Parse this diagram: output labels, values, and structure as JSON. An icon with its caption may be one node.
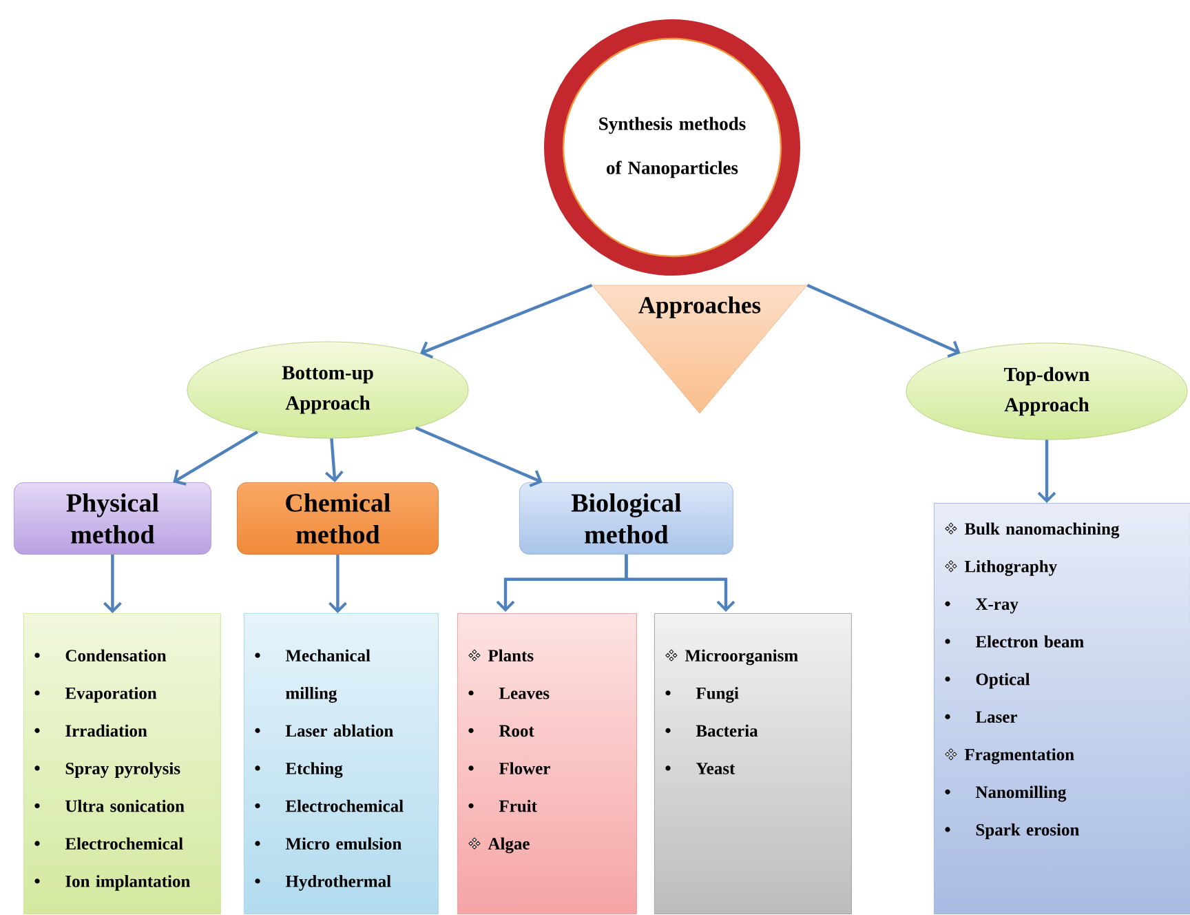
{
  "diagram": {
    "nodes": [
      {
        "text": [
          "Synthesis methods of Nanoparticles"
        ]
      },
      {
        "text": [
          "Approaches"
        ]
      },
      {
        "text": [
          "Bottom-up Approach"
        ]
      },
      {
        "text": [
          "Top-down Approach"
        ]
      },
      {
        "text": [
          "Physical method"
        ]
      },
      {
        "text": [
          "Chemical method"
        ]
      },
      {
        "text": [
          "Biological method"
        ]
      },
      {
        "text": [
          "Condensation",
          "Evaporation",
          "Irradiation",
          "Spray pyrolysis",
          "Ultra sonication",
          "Electrochemical",
          "Ion implantation"
        ]
      },
      {
        "text": [
          "Mechanical milling",
          "Laser ablation",
          "Etching",
          "Electrochemical",
          "Micro emulsion",
          "Hydrothermal"
        ]
      },
      {
        "text": [
          "Plants",
          "Leaves",
          "Root",
          "Flower",
          "Fruit",
          "Algae"
        ]
      },
      {
        "text": [
          "Microorganism",
          "Fungi",
          "Bacteria",
          "Yeast"
        ]
      },
      {
        "text": [
          "Bulk nanomachining",
          "Lithography",
          "X-ray",
          "Electron beam",
          "Optical",
          "Laser",
          "Fragmentation",
          "Nanomilling",
          "Spark erosion"
        ]
      }
    ],
    "edges": [
      {
        "from": 1,
        "to": 2,
        "arrow": "to"
      },
      {
        "from": 1,
        "to": 3,
        "arrow": "to"
      },
      {
        "from": 2,
        "to": 4,
        "arrow": "to"
      },
      {
        "from": 2,
        "to": 5,
        "arrow": "to"
      },
      {
        "from": 2,
        "to": 6,
        "arrow": "to"
      },
      {
        "from": 4,
        "to": 7,
        "arrow": "to"
      },
      {
        "from": 5,
        "to": 8,
        "arrow": "to"
      },
      {
        "from": 6,
        "to": 9,
        "arrow": "to"
      },
      {
        "from": 6,
        "to": 10,
        "arrow": "to"
      },
      {
        "from": 3,
        "to": 11,
        "arrow": "to"
      }
    ]
  }
}
